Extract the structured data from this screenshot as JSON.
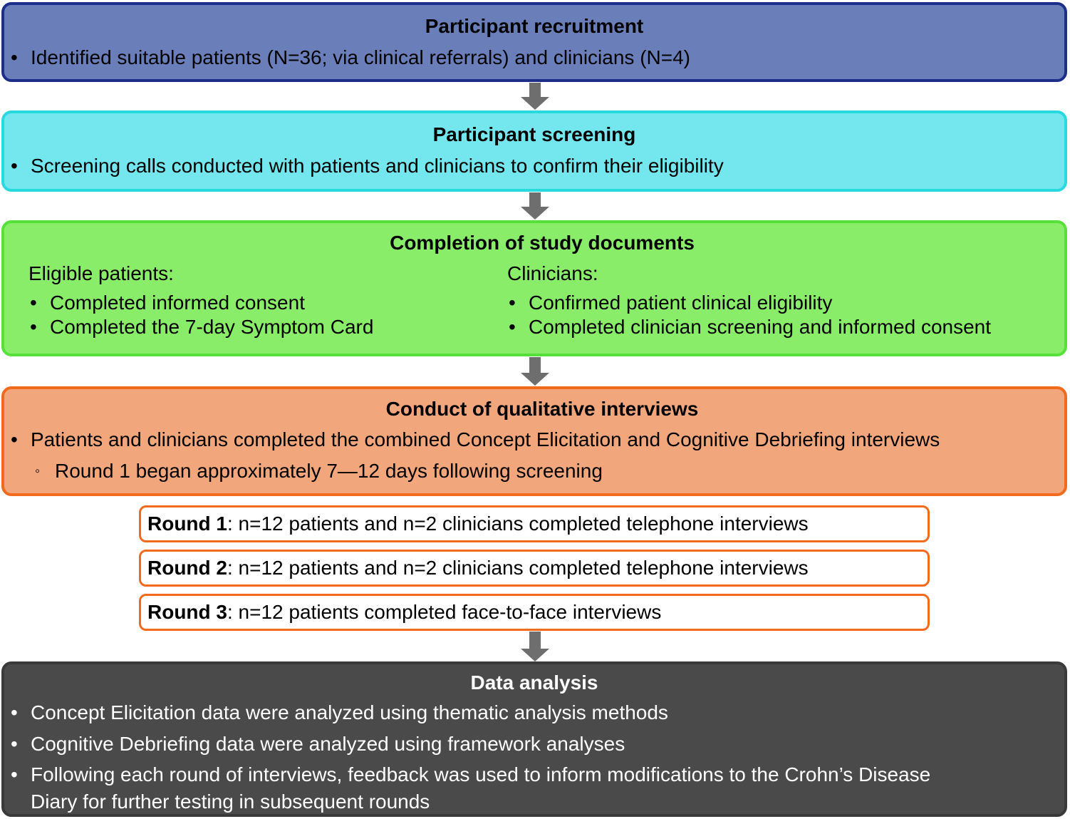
{
  "boxes": {
    "recruitment": {
      "title": "Participant recruitment",
      "bullets": [
        "Identified suitable patients (N=36; via clinical referrals) and clinicians (N=4)"
      ],
      "fill": "#6a7fba",
      "border": "#1b2f8a"
    },
    "screening": {
      "title": "Participant screening",
      "bullets": [
        "Screening calls conducted with patients and clinicians to confirm their eligibility"
      ],
      "fill": "#74e6ee",
      "border": "#2ad8e0"
    },
    "documents": {
      "title": "Completion of study documents",
      "left_heading": "Eligible patients:",
      "left_bullets": [
        "Completed informed consent",
        "Completed the 7-day Symptom Card"
      ],
      "right_heading": "Clinicians:",
      "right_bullets": [
        "Confirmed patient clinical eligibility",
        "Completed clinician screening and informed consent"
      ],
      "fill": "#8aed6a",
      "border": "#56e03a"
    },
    "interviews": {
      "title": "Conduct of qualitative interviews",
      "bullets": [
        "Patients and clinicians completed the combined Concept Elicitation and Cognitive Debriefing interviews"
      ],
      "sub_bullets": [
        "Round 1 began approximately 7—12 days following screening"
      ],
      "fill": "#f2a67c",
      "border": "#f26a1b"
    },
    "analysis": {
      "title": "Data analysis",
      "bullets": [
        "Concept Elicitation data were analyzed using thematic analysis methods",
        "Cognitive Debriefing data were analyzed using framework analyses",
        "Following each round of interviews, feedback was used to inform modifications to the Crohn’s Disease",
        "Diary for further testing in subsequent rounds"
      ],
      "fill": "#4a4a4a",
      "border": "#3a3a3a",
      "text_color": "#ffffff"
    }
  },
  "rounds": [
    {
      "label": "Round 1",
      "text": ": n=12 patients and n=2 clinicians completed telephone interviews"
    },
    {
      "label": "Round 2",
      "text": ": n=12 patients and n=2 clinicians completed telephone interviews"
    },
    {
      "label": "Round 3",
      "text": ": n=12 patients completed face-to-face interviews"
    }
  ],
  "symbols": {
    "bullet": "•",
    "sub_bullet": "◦"
  },
  "arrow_color": "#6e6e6e"
}
